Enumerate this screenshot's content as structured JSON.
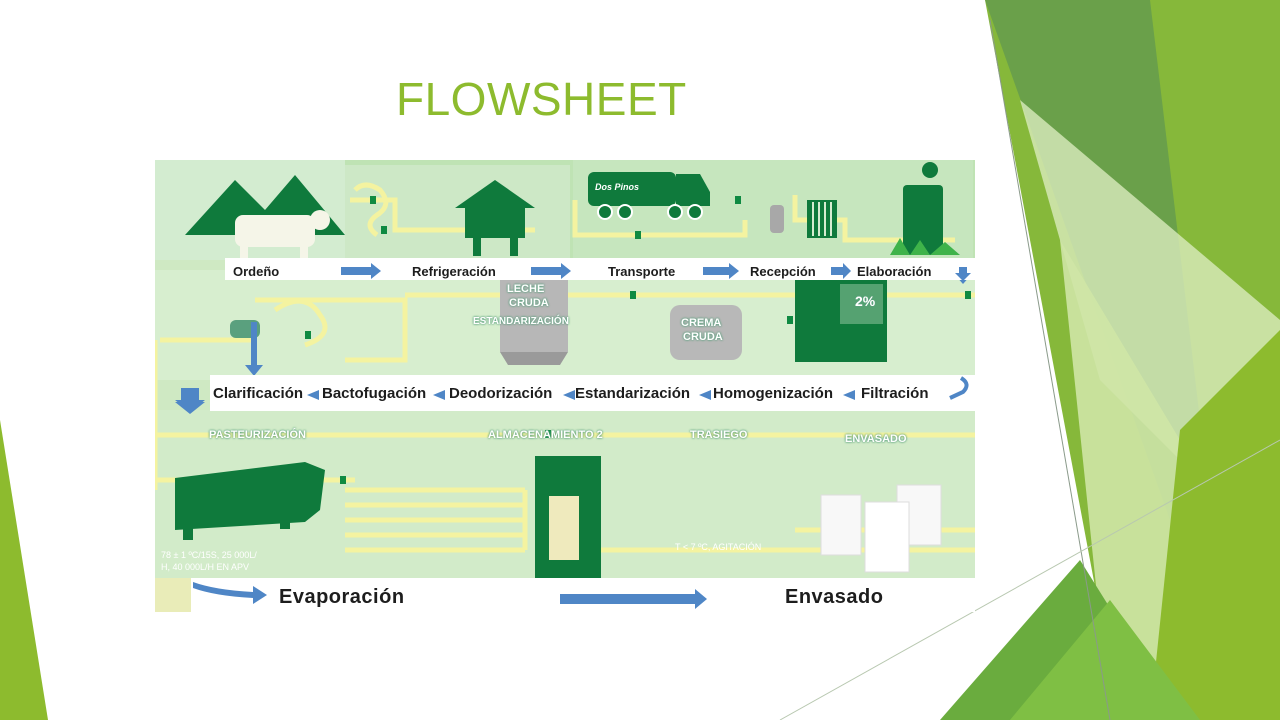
{
  "slide": {
    "title": "FLOWSHEET"
  },
  "diagram": {
    "row1": [
      "Ordeño",
      "Refrigeración",
      "Transporte",
      "Recepción",
      "Elaboración"
    ],
    "row2": [
      "Clarificación",
      "Bactofugación",
      "Deodorización",
      "Estandarización",
      "Homogenización",
      "Filtración"
    ],
    "row3": [
      "Evaporación",
      "Envasado"
    ],
    "tags": {
      "leche": "LECHE",
      "cruda": "CRUDA",
      "estandarizacion": "ESTANDARIZACIÓN",
      "crema": "CREMA",
      "crema_cruda": "CRUDA",
      "percent": "2%",
      "pasteurizacion": "PASTEURIZACIÓN",
      "almacenamiento": "ALMACENAMIENTO 2",
      "trasiego": "TRASIEGO",
      "envasado_tag": "ENVASADO"
    },
    "notes": {
      "pasteur_line1": "78 ± 1 ºC/15S, 25 000L/",
      "pasteur_line2": "H, 40 000L/H EN APV",
      "storage": "T < 7 ºC, AGITACIÓN",
      "truck_brand": "Dos Pinos"
    }
  },
  "colors": {
    "title": "#8dbb2e",
    "diagram_bg": "#cfe9c3",
    "dark_green": "#0f7a3c",
    "pipe": "#f4f3a0",
    "arrow": "#4f86c6"
  }
}
